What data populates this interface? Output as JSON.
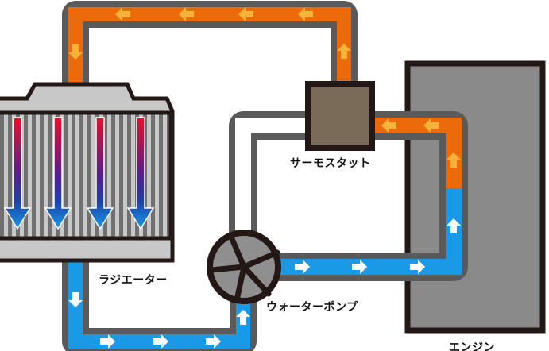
{
  "labels": {
    "radiator": "ラジエーター",
    "water_pump": "ウォーターポンプ",
    "thermostat": "サーモスタット",
    "engine": "エンジン"
  },
  "colors": {
    "hot": "#ea6a0c",
    "hot_arrow": "#f7b23a",
    "cold": "#1a9ae6",
    "pipe": "#5a5a5a",
    "outline": "#231815",
    "engine_fill": "#8a8a8a",
    "thermostat_fill": "#7a6a58",
    "radiator_fill": "#c8c8c8"
  }
}
